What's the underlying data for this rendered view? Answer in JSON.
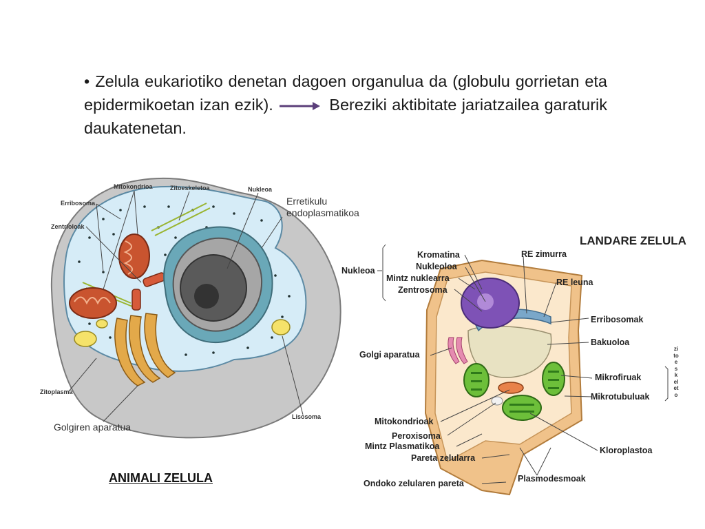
{
  "text": {
    "bullet": "•",
    "line1": "Zelula eukariotiko denetan dagoen organulua da (globulu gorrietan eta epidermikoetan izan ezik).",
    "line2": "Bereziki aktibitate jariatzailea garaturik daukatenetan."
  },
  "animal": {
    "title": "ANIMALI ZELULA",
    "labels": {
      "mitokondrioa": "Mitokondrioa",
      "zitoeskeletoa": "Zitoeskeletoa",
      "nukleoa": "Nukleoa",
      "erribosoma": "Erribosoma",
      "zentrioloak": "Zentrioloak",
      "erretikulu": "Erretikulu endoplasmatikoa",
      "zitoplasma": "Zitoplasma",
      "lisosoma": "Lisosoma",
      "golgiren": "Golgiren aparatua"
    }
  },
  "plant": {
    "title": "LANDARE ZELULA",
    "labels": {
      "nukleoa": "Nukleoa",
      "kromatina": "Kromatina",
      "nukleoloa": "Nukleoloa",
      "mintz_nuklearra": "Mintz nuklearra",
      "zentrosoma": "Zentrosoma",
      "re_zimurra": "RE zimurra",
      "re_leuna": "RE leuna",
      "erribosomak": "Erribosomak",
      "bakuoloa": "Bakuoloa",
      "golgi": "Golgi aparatua",
      "mikrofiruak": "Mikrofiruak",
      "mikrotubuluak": "Mikrotubuluak",
      "zitoeskeletoa_vertical": "zitoeskeleto",
      "mitokondrioak": "Mitokondrioak",
      "peroxisoma": "Peroxisoma",
      "mintz_plasmatikoa": "Mintz Plasmatikoa",
      "pareta_zelularra": "Pareta zelularra",
      "kloroplastoa": "Kloroplastoa",
      "ondoko": "Ondoko zelularen pareta",
      "plasmodesmoak": "Plasmodesmoak"
    }
  }
}
